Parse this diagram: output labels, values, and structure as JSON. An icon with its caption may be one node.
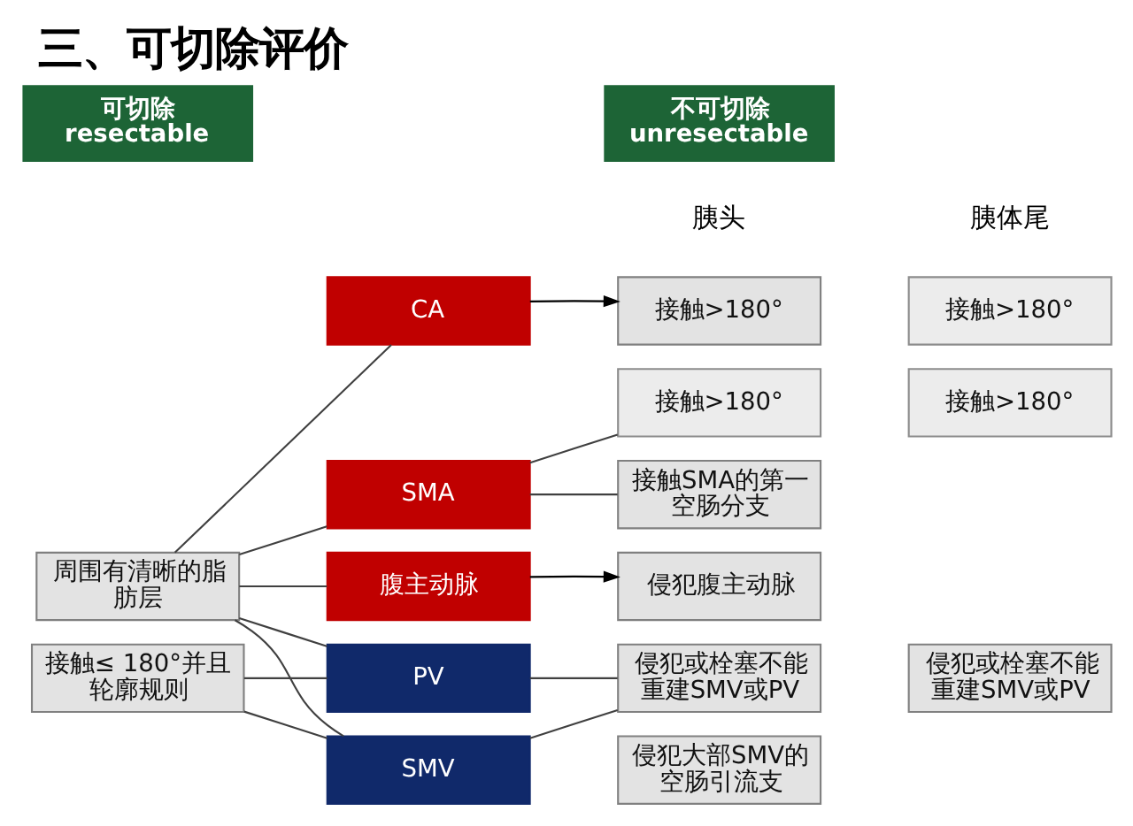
{
  "diagram": {
    "title": "三、可切除评价",
    "nodes": [
      {
        "text": [
          "可切除",
          "resectable"
        ]
      },
      {
        "text": [
          "不可切除",
          "unresectable"
        ]
      },
      {
        "text": [
          "周围有清晰的脂肪层"
        ]
      },
      {
        "text": [
          "CA"
        ]
      },
      {
        "text": [
          "SMA"
        ]
      },
      {
        "text": [
          "腹主动脉"
        ]
      },
      {
        "text": [
          "接触≤ 180°并且轮廓规则"
        ]
      },
      {
        "text": [
          "PV"
        ]
      },
      {
        "text": [
          "SMV"
        ]
      },
      {
        "text": [
          "接触>180°"
        ]
      },
      {
        "text": [
          "接触>180°"
        ]
      },
      {
        "text": [
          "接触>180°"
        ]
      },
      {
        "text": [
          "接触>180°"
        ]
      },
      {
        "text": [
          "接触SMA的第一空肠分支"
        ]
      },
      {
        "text": [
          "侵犯腹主动脉"
        ]
      },
      {
        "text": [
          "侵犯或栓塞不能重建SMV或PV"
        ]
      },
      {
        "text": [
          "侵犯或栓塞不能重建SMV或PV"
        ]
      },
      {
        "text": [
          "侵犯大部SMV的空肠引流支"
        ]
      }
    ],
    "edges": [
      {
        "from": 2,
        "to": 3,
        "arrow": "none"
      },
      {
        "from": 2,
        "to": 4,
        "arrow": "none"
      },
      {
        "from": 2,
        "to": 5,
        "arrow": "none"
      },
      {
        "from": 2,
        "to": 7,
        "arrow": "none"
      },
      {
        "from": 2,
        "to": 8,
        "arrow": "none"
      },
      {
        "from": 3,
        "to": 9,
        "arrow": "to"
      },
      {
        "from": 4,
        "to": 11,
        "arrow": "none"
      },
      {
        "from": 4,
        "to": 13,
        "arrow": "none"
      },
      {
        "from": 5,
        "to": 14,
        "arrow": "to"
      },
      {
        "from": 6,
        "to": 7,
        "arrow": "none"
      },
      {
        "from": 6,
        "to": 8,
        "arrow": "none"
      },
      {
        "from": 7,
        "to": 15,
        "arrow": "none"
      },
      {
        "from": 8,
        "to": 15,
        "arrow": "none"
      }
    ],
    "labels": [
      "胰头",
      "胰体尾"
    ]
  }
}
